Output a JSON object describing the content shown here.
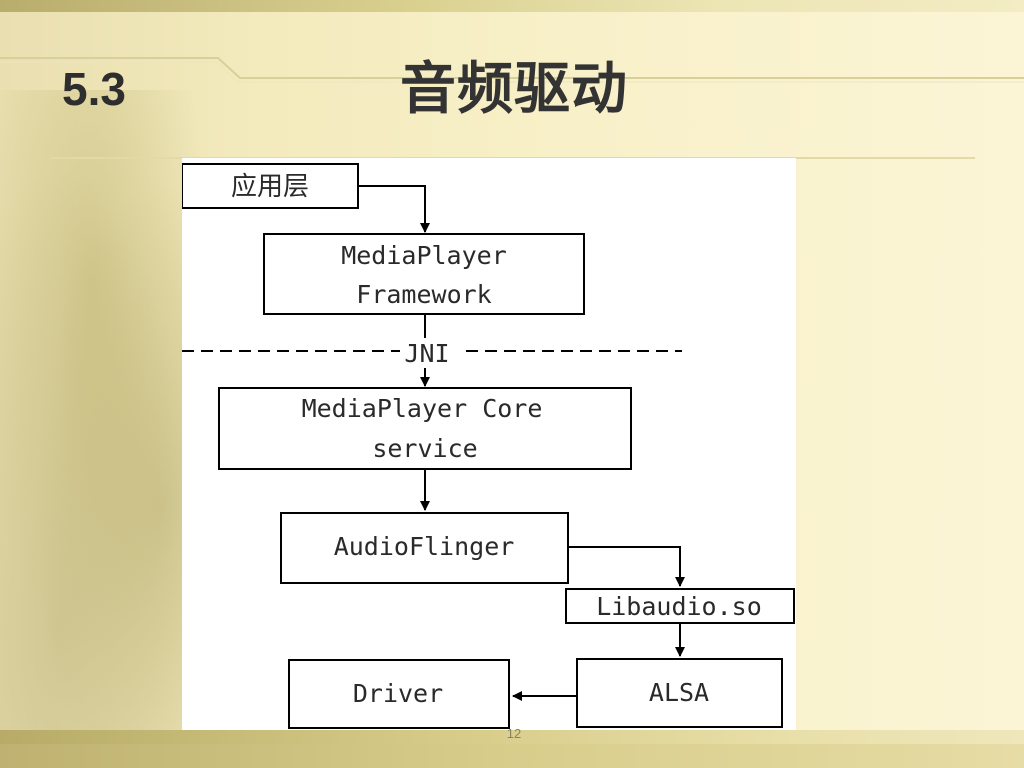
{
  "slide": {
    "section_number": "5.3",
    "title": "音频驱动",
    "page_number": "12"
  },
  "diagram": {
    "nodes": {
      "app_layer": "应用层",
      "mediaplayer_framework": [
        "MediaPlayer",
        "Framework"
      ],
      "jni_label": "JNI",
      "mediaplayer_core": [
        "MediaPlayer Core",
        "service"
      ],
      "audioflinger": "AudioFlinger",
      "libaudio": "Libaudio.so",
      "alsa": "ALSA",
      "driver": "Driver"
    },
    "edges": [
      {
        "from": "应用层",
        "to": "MediaPlayer Framework"
      },
      {
        "from": "MediaPlayer Framework",
        "to": "MediaPlayer Core service",
        "via": "JNI"
      },
      {
        "from": "MediaPlayer Core service",
        "to": "AudioFlinger"
      },
      {
        "from": "AudioFlinger",
        "to": "Libaudio.so"
      },
      {
        "from": "Libaudio.so",
        "to": "ALSA"
      },
      {
        "from": "ALSA",
        "to": "Driver"
      }
    ]
  },
  "colors": {
    "text_dark": "#2e2e2e",
    "line": "#000000",
    "panel_bg": "#ffffff"
  }
}
